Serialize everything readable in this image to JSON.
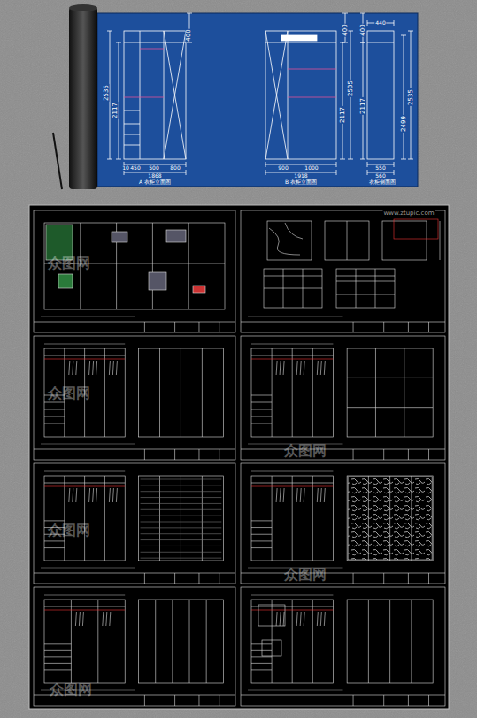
{
  "diagram": {
    "labels": [
      "400",
      "2535",
      "2117",
      "10",
      "450",
      "500",
      "800",
      "1868",
      "A 衣柜立面图",
      "400",
      "2535",
      "2117",
      "900",
      "1000",
      "1918",
      "B 衣柜立面图",
      "440",
      "400",
      "2535",
      "2117",
      "2499",
      "550",
      "560",
      "衣柜侧面图",
      "www.ztupic.com",
      "众图网",
      "众图网",
      "众图网",
      "众图网",
      "众图网",
      "众图网"
    ]
  }
}
